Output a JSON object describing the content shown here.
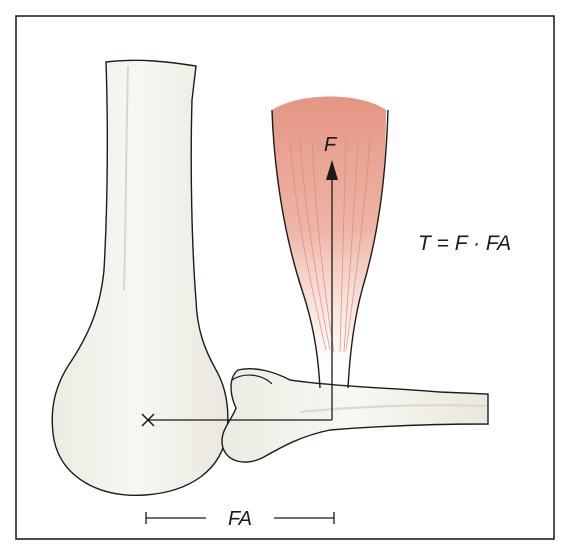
{
  "labels": {
    "force": "F",
    "equation": "T = F · FA",
    "moment_arm": "FA"
  },
  "colors": {
    "bone_fill": "#f3f1ea",
    "bone_stroke": "#1c1c1c",
    "muscle_fill": "#e8a593",
    "muscle_light": "#f6ddd4",
    "frame": "#222222",
    "line": "#1a1a1a"
  },
  "icons": {
    "pivot": "cross-icon",
    "force_arrow": "arrow-up-icon"
  }
}
